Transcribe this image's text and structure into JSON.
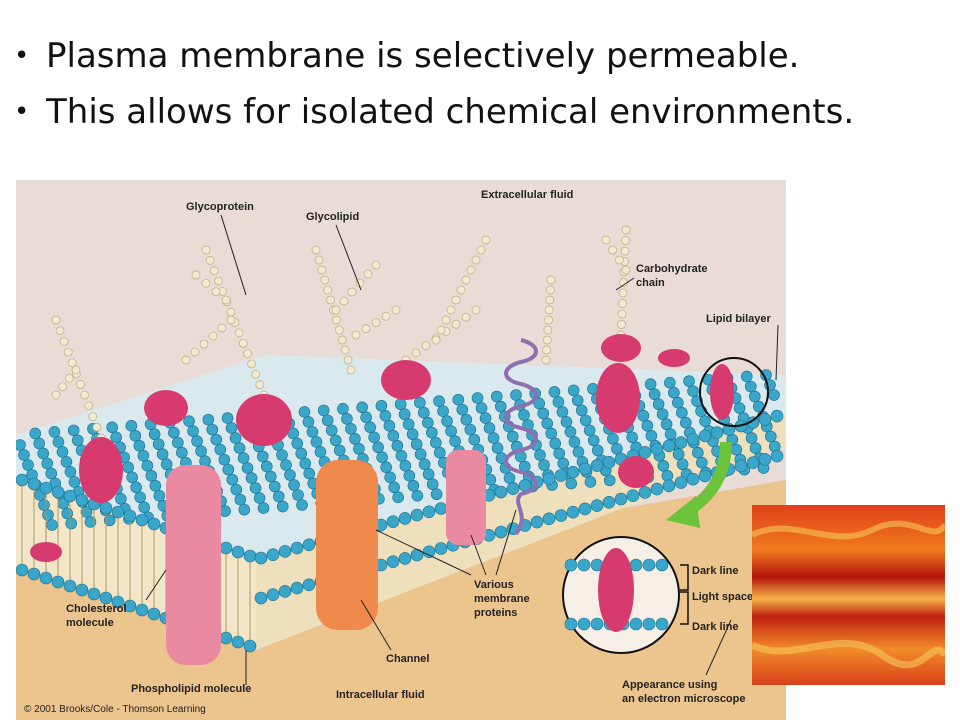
{
  "slide": {
    "bullets": [
      "Plasma membrane is selectively permeable.",
      "This allows for isolated chemical environments."
    ]
  },
  "figure": {
    "labels": {
      "glycoprotein": "Glycoprotein",
      "glycolipid": "Glycolipid",
      "extracellular_fluid": "Extracellular fluid",
      "carbohydrate_chain_1": "Carbohydrate",
      "carbohydrate_chain_2": "chain",
      "lipid_bilayer": "Lipid bilayer",
      "dark_line_top": "Dark line",
      "light_space": "Light space",
      "dark_line_bottom": "Dark line",
      "various_1": "Various",
      "various_2": "membrane",
      "various_3": "proteins",
      "cholesterol_1": "Cholesterol",
      "cholesterol_2": "molecule",
      "channel": "Channel",
      "phospholipid": "Phospholipid molecule",
      "intracellular_fluid": "Intracellular fluid",
      "appearance_1": "Appearance using",
      "appearance_2": "an electron microscope",
      "copyright": "© 2001 Brooks/Cole - Thomson Learning"
    },
    "colors": {
      "background_top": "#e9dcd6",
      "background_bottom": "#ecc58e",
      "phospholipid_head": "#3aa6c9",
      "protein_magenta": "#d63a6e",
      "protein_pink": "#e98aa0",
      "channel_orange": "#f08a4c",
      "arrow_green": "#6cc23a"
    }
  }
}
